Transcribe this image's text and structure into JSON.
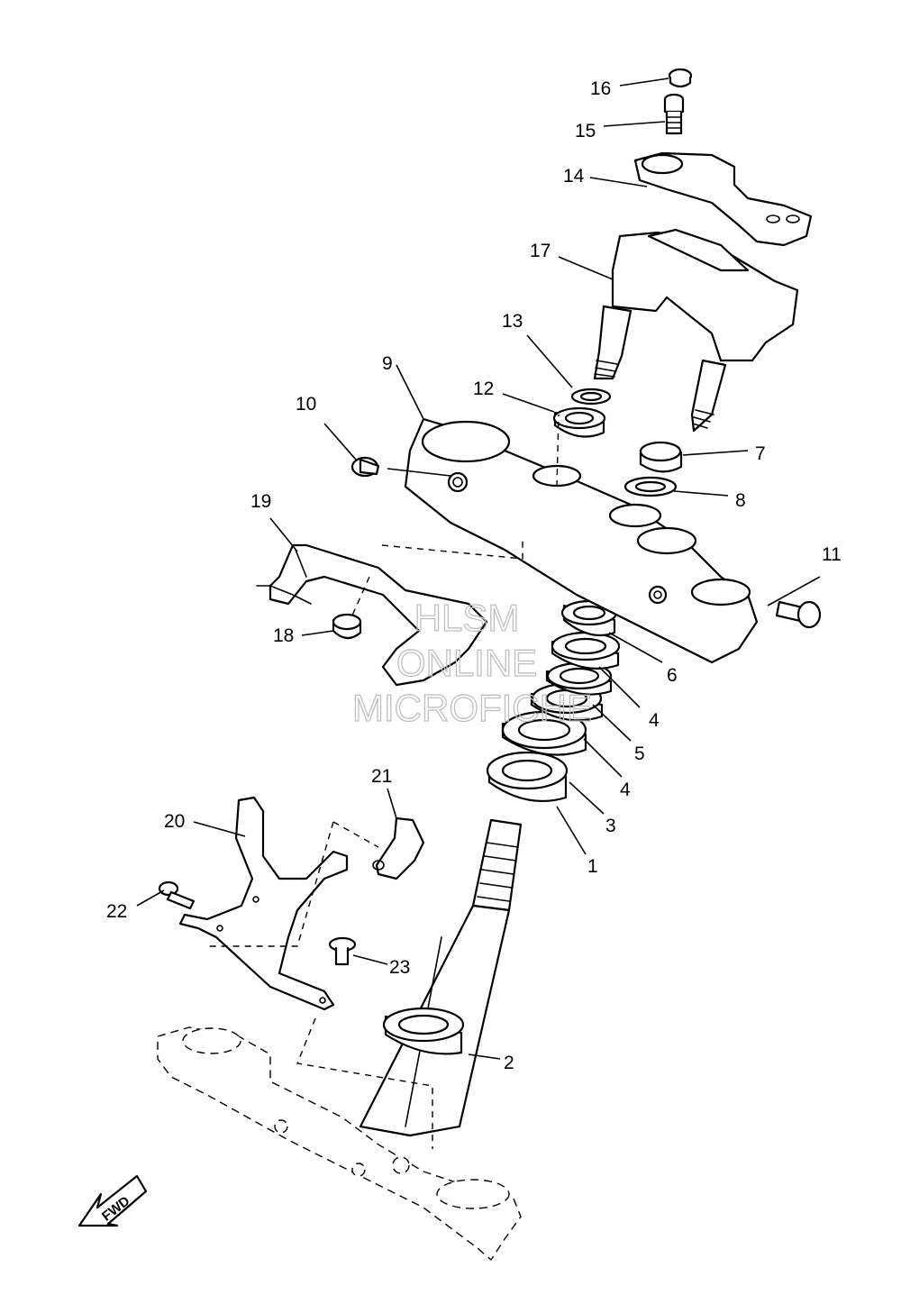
{
  "watermark": {
    "line1": "HLSM",
    "line2": "ONLINE",
    "line3": "MICROFICHE"
  },
  "direction_badge": {
    "label": "FWD"
  },
  "callouts": {
    "c1": "1",
    "c2": "2",
    "c3": "3",
    "c4a": "4",
    "c4b": "4",
    "c5": "5",
    "c6": "6",
    "c7": "7",
    "c8": "8",
    "c9": "9",
    "c10": "10",
    "c11": "11",
    "c12": "12",
    "c13": "13",
    "c14": "14",
    "c15": "15",
    "c16": "16",
    "c17": "17",
    "c18": "18",
    "c19": "19",
    "c20": "20",
    "c21": "21",
    "c22": "22",
    "c23": "23"
  }
}
